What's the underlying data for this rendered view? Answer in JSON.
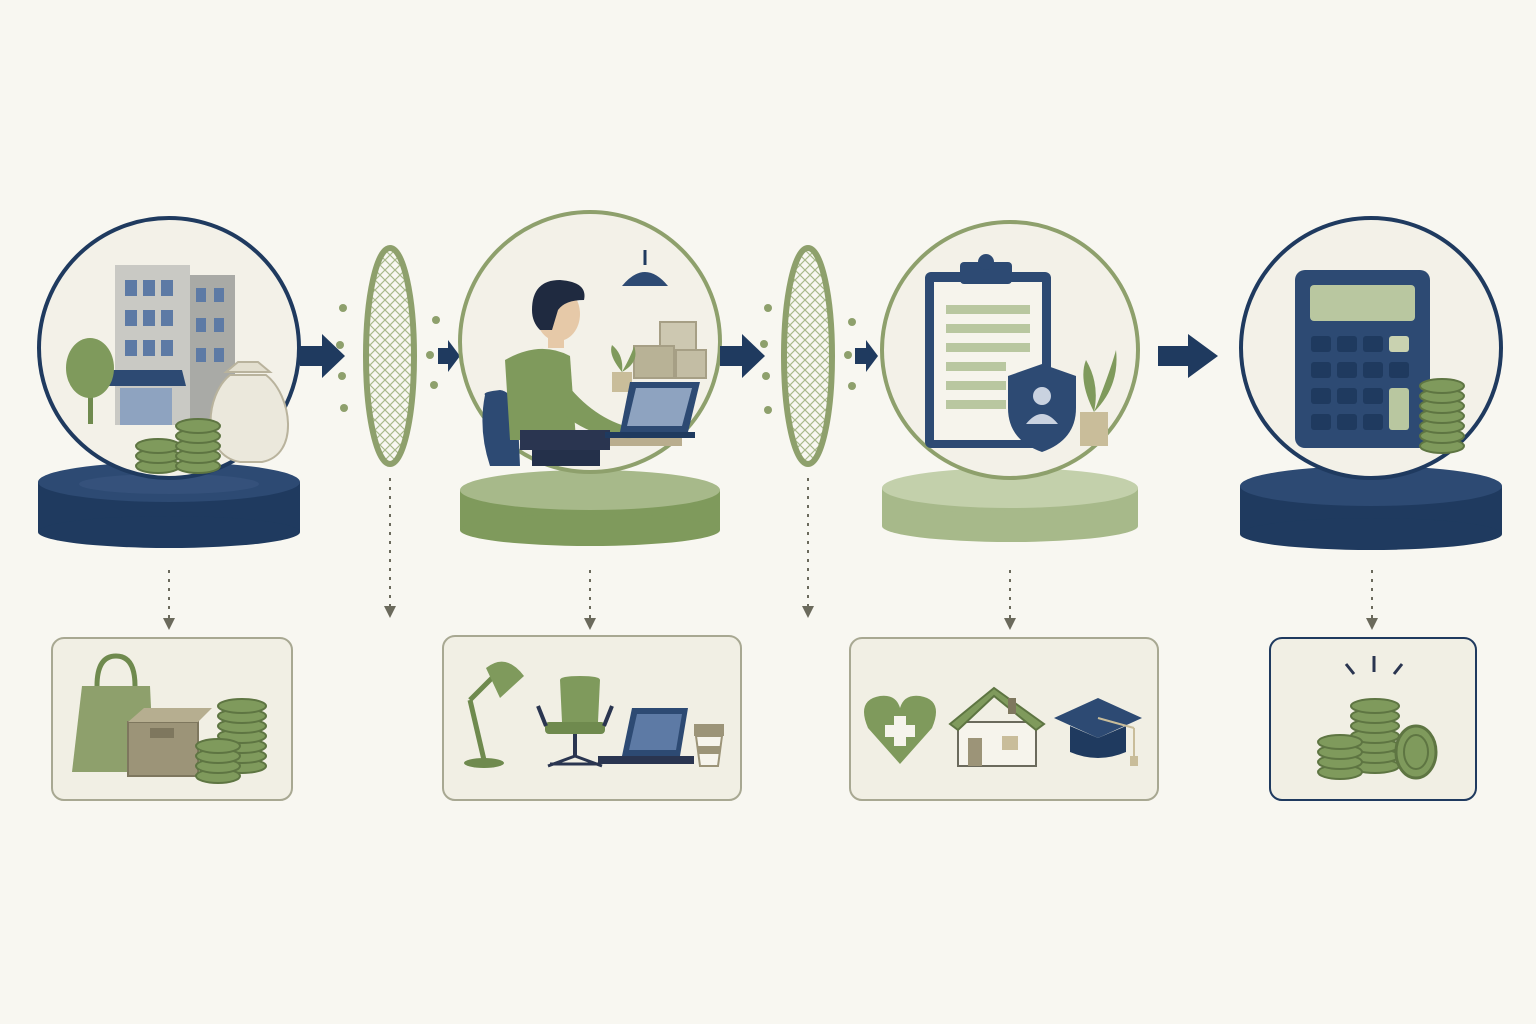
{
  "colors": {
    "background": "#f8f7f1",
    "navy": "#1f3a5f",
    "olive": "#6f8a4e",
    "olive_light": "#a7b98a",
    "cream": "#f1efe4",
    "khaki": "#9c9478"
  },
  "flow": {
    "stages": [
      {
        "name": "business-income",
        "style": "navy",
        "icons": [
          "office-building-icon",
          "tree-icon",
          "money-bag-icon",
          "coin-stack-icon"
        ]
      },
      {
        "name": "home-office-work",
        "style": "olive",
        "icons": [
          "person-at-laptop-icon",
          "pendant-lamp-icon",
          "plant-icon",
          "boxes-icon"
        ]
      },
      {
        "name": "insurance-records",
        "style": "olive",
        "icons": [
          "clipboard-icon",
          "shield-user-icon",
          "plant-icon"
        ]
      },
      {
        "name": "tax-calculation",
        "style": "navy",
        "icons": [
          "calculator-icon",
          "coin-stack-icon"
        ]
      }
    ],
    "filters": [
      {
        "name": "filter-screen-1",
        "icon": "mesh-filter-icon"
      },
      {
        "name": "filter-screen-2",
        "icon": "mesh-filter-icon"
      }
    ],
    "results": [
      {
        "name": "business-expenses-card",
        "icons": [
          "shopping-bag-icon",
          "box-icon",
          "coin-stack-icon"
        ]
      },
      {
        "name": "home-office-expenses-card",
        "icons": [
          "desk-lamp-icon",
          "office-chair-icon",
          "laptop-icon",
          "coffee-cup-icon"
        ]
      },
      {
        "name": "personal-deductions-card",
        "icons": [
          "heart-plus-icon",
          "house-icon",
          "graduation-cap-icon"
        ]
      },
      {
        "name": "net-result-card",
        "icons": [
          "coin-stack-icon",
          "coin-icon"
        ]
      }
    ]
  }
}
